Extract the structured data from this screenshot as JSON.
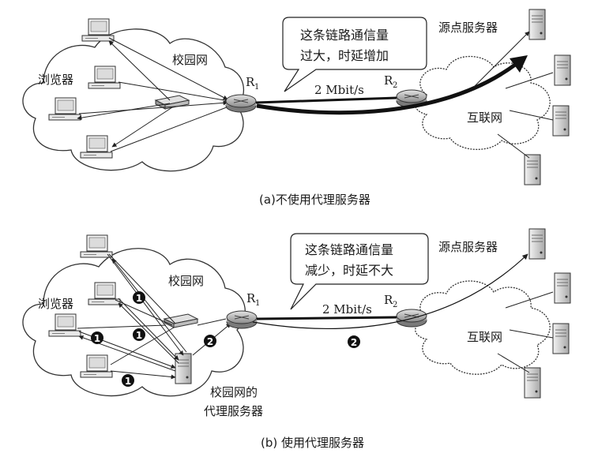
{
  "panel_a": {
    "caption": "(a)不使用代理服务器",
    "campus_label": "校园网",
    "browser_label": "浏览器",
    "router1_label": "R",
    "router1_sub": "1",
    "router2_label": "R",
    "router2_sub": "2",
    "link_label": "2 Mbit/s",
    "origin_server_label": "源点服务器",
    "internet_label": "互联网",
    "callout_line1": "这条链路通信量",
    "callout_line2": "过大，时延增加"
  },
  "panel_b": {
    "caption": "(b) 使用代理服务器",
    "campus_label": "校园网",
    "browser_label": "浏览器",
    "router1_label": "R",
    "router1_sub": "1",
    "router2_label": "R",
    "router2_sub": "2",
    "link_label": "2 Mbit/s",
    "origin_server_label": "源点服务器",
    "internet_label": "互联网",
    "callout_line1": "这条链路通信量",
    "callout_line2": "减少，时延不大",
    "proxy_label_line1": "校园网的",
    "proxy_label_line2": "代理服务器",
    "step_one": "1",
    "step_two": "2"
  }
}
